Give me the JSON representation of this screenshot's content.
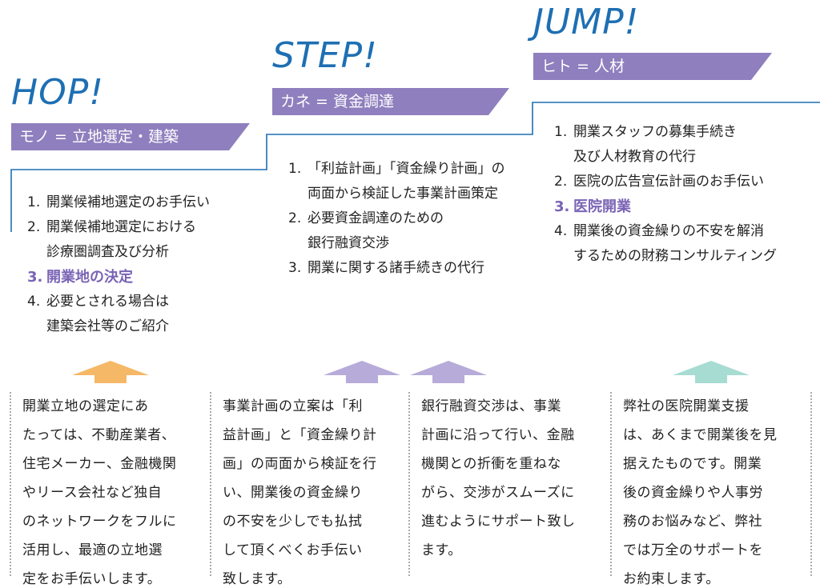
{
  "stages": [
    {
      "title": "HOP!",
      "banner": "モノ = 立地選定・建築",
      "steps": [
        {
          "num": "1.",
          "lines": [
            "開業候補地選定のお手伝い"
          ],
          "highlight": false
        },
        {
          "num": "2.",
          "lines": [
            "開業候補地選定における",
            "診療圏調査及び分析"
          ],
          "highlight": false
        },
        {
          "num": "3.",
          "lines": [
            "開業地の決定"
          ],
          "highlight": true
        },
        {
          "num": "4.",
          "lines": [
            "必要とされる場合は",
            "建築会社等のご紹介"
          ],
          "highlight": false
        }
      ]
    },
    {
      "title": "STEP!",
      "banner": "カネ = 資金調達",
      "steps": [
        {
          "num": "1.",
          "lines": [
            "「利益計画」「資金繰り計画」の",
            "両面から検証した事業計画策定"
          ],
          "highlight": false
        },
        {
          "num": "2.",
          "lines": [
            "必要資金調達のための",
            "銀行融資交渉"
          ],
          "highlight": false
        },
        {
          "num": "3.",
          "lines": [
            "開業に関する諸手続きの代行"
          ],
          "highlight": false
        }
      ]
    },
    {
      "title": "JUMP!",
      "banner": "ヒト = 人材",
      "steps": [
        {
          "num": "1.",
          "lines": [
            "開業スタッフの募集手続き",
            "及び人材教育の代行"
          ],
          "highlight": false
        },
        {
          "num": "2.",
          "lines": [
            "医院の広告宣伝計画のお手伝い"
          ],
          "highlight": false
        },
        {
          "num": "3.",
          "lines": [
            "医院開業"
          ],
          "highlight": true
        },
        {
          "num": "4.",
          "lines": [
            "開業後の資金繰りの不安を解消",
            "するための財務コンサルティング"
          ],
          "highlight": false
        }
      ]
    }
  ],
  "descriptions": [
    [
      "開業立地の選定にあ",
      "たっては、不動産業者、",
      "住宅メーカー、金融機関",
      "やリース会社など独自",
      "のネットワークをフルに",
      "活用し、最適の立地選",
      "定をお手伝いします。"
    ],
    [
      "事業計画の立案は「利",
      "益計画」と「資金繰り計",
      "画」の両面から検証を行",
      "い、開業後の資金繰り",
      "の不安を少しでも払拭",
      "して頂くべくお手伝い",
      "致します。"
    ],
    [
      "銀行融資交渉は、事業",
      "計画に沿って行い、金融",
      "機関との折衝を重ねな",
      "がら、交渉がスムーズに",
      "進むようにサポート致し",
      "ます。"
    ],
    [
      "弊社の医院開業支援",
      "は、あくまで開業後を見",
      "据えたものです。開業",
      "後の資金繰りや人事労",
      "務のお悩みなど、弊社",
      "では万全のサポートを",
      "お約束します。"
    ]
  ],
  "colors": {
    "title": "#1e6fb3",
    "banner": "#8f7fbe",
    "stair_line": "#1e6fb3",
    "highlight": "#7a63b5",
    "arrow_orange": "#f5b867",
    "arrow_purple": "#b6abd9",
    "arrow_teal": "#a7dcd3"
  }
}
